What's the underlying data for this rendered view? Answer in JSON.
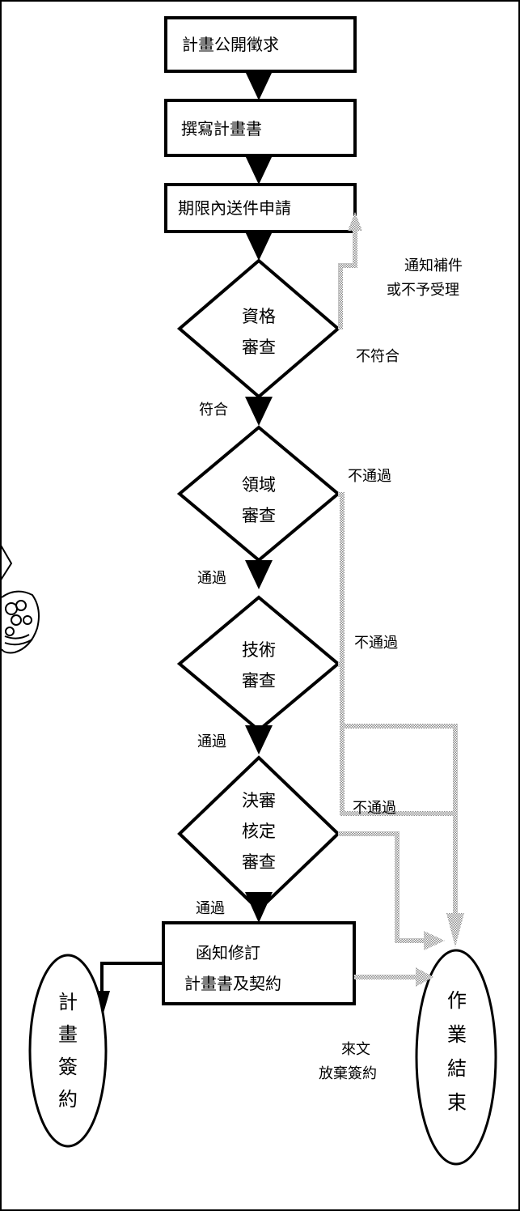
{
  "flow": {
    "step_call": "計畫公開徵求",
    "step_write": "撰寫計畫書",
    "step_submit": "期限內送件申請",
    "review_qualification": [
      "資格",
      "審查"
    ],
    "review_domain": [
      "領域",
      "審查"
    ],
    "review_technical": [
      "技術",
      "審查"
    ],
    "review_final": [
      "決審",
      "核定",
      "審查"
    ],
    "step_revise": [
      "函知修訂",
      "計畫書及契約"
    ],
    "end_sign": [
      "計",
      "畫",
      "簽",
      "約"
    ],
    "end_close": [
      "作",
      "業",
      "結",
      "束"
    ]
  },
  "labels": {
    "notify_supplement": [
      "通知補件",
      "或不予受理"
    ],
    "not_eligible": "不符合",
    "eligible": "符合",
    "fail_domain": "不通過",
    "pass_domain": "通過",
    "fail_technical": "不通過",
    "pass_technical": "通過",
    "fail_final": "不通過",
    "pass_final": "通過",
    "withdraw": [
      "來文",
      "放棄簽約"
    ]
  },
  "colors": {
    "stroke": "#000000",
    "dotted_flow": "#9a9a9a",
    "background": "#ffffff"
  }
}
